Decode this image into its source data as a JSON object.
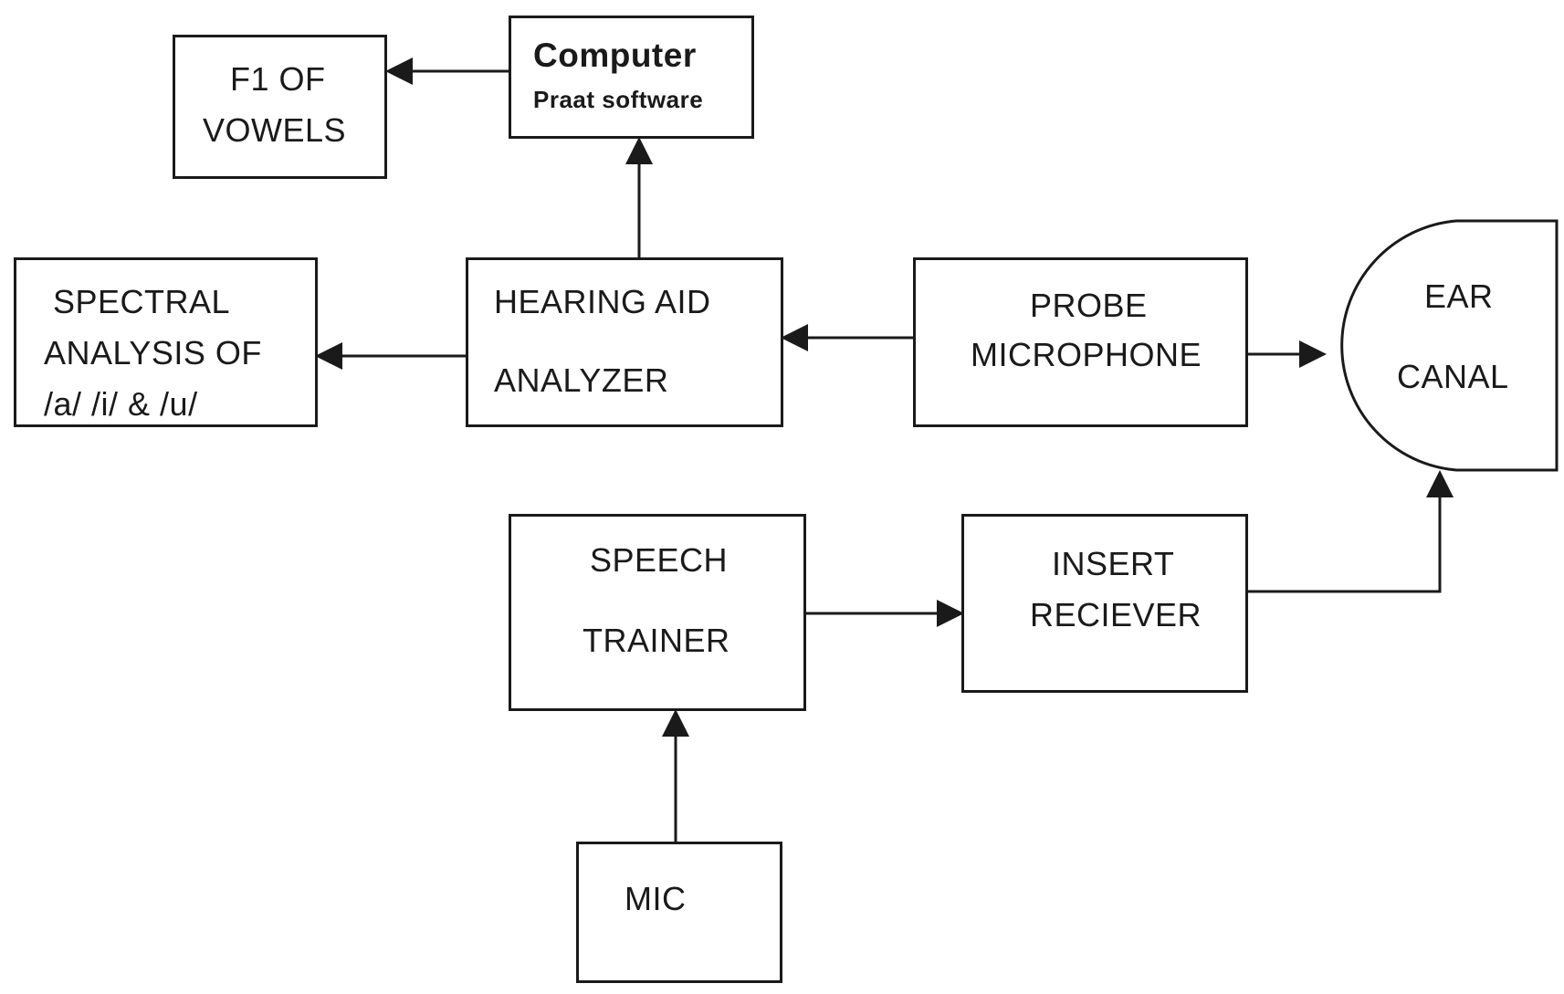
{
  "blocks": {
    "f1_vowels": {
      "line1": "F1 OF",
      "line2": "VOWELS"
    },
    "computer": {
      "line1": "Computer",
      "line2": "Praat software"
    },
    "spectral": {
      "line1": "SPECTRAL",
      "line2": "ANALYSIS OF",
      "line3": "/a/ /i/ & /u/"
    },
    "hearing_aid_analyzer": {
      "line1": "HEARING AID",
      "line2": "ANALYZER"
    },
    "probe_microphone": {
      "line1": "PROBE",
      "line2": "MICROPHONE"
    },
    "ear_canal": {
      "line1": "EAR",
      "line2": "CANAL"
    },
    "speech_trainer": {
      "line1": "SPEECH",
      "line2": "TRAINER"
    },
    "insert_receiver": {
      "line1": "INSERT",
      "line2": "RECIEVER"
    },
    "mic": {
      "line1": "MIC"
    }
  },
  "connections": [
    {
      "from": "computer",
      "to": "f1_vowels"
    },
    {
      "from": "hearing_aid_analyzer",
      "to": "computer"
    },
    {
      "from": "hearing_aid_analyzer",
      "to": "spectral"
    },
    {
      "from": "probe_microphone",
      "to": "hearing_aid_analyzer"
    },
    {
      "from": "probe_microphone",
      "to": "ear_canal"
    },
    {
      "from": "speech_trainer",
      "to": "insert_receiver"
    },
    {
      "from": "insert_receiver",
      "to": "ear_canal"
    },
    {
      "from": "mic",
      "to": "speech_trainer"
    }
  ]
}
